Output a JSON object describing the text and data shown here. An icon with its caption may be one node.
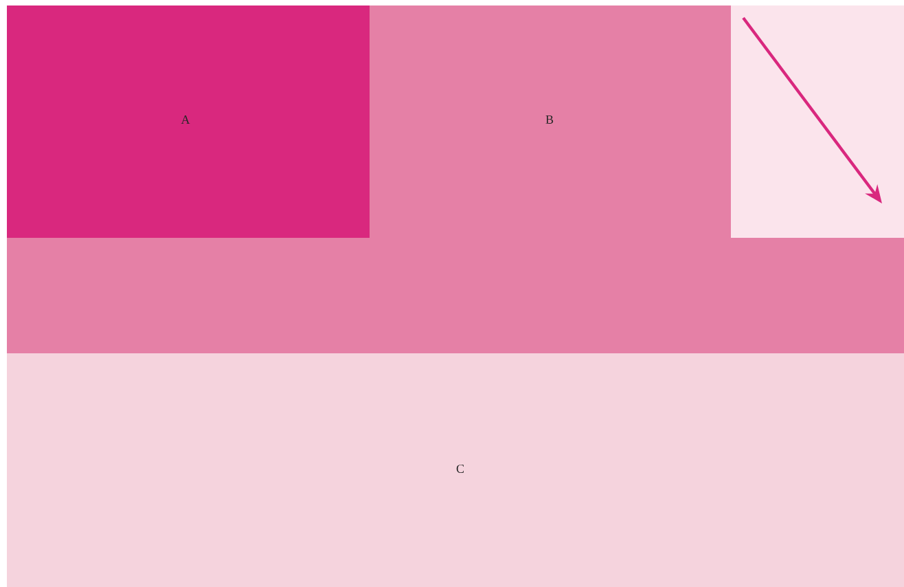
{
  "diagram": {
    "nodes": [
      {
        "text": [
          "A"
        ]
      },
      {
        "text": [
          "B"
        ]
      },
      {
        "text": [
          "C"
        ]
      }
    ]
  }
}
